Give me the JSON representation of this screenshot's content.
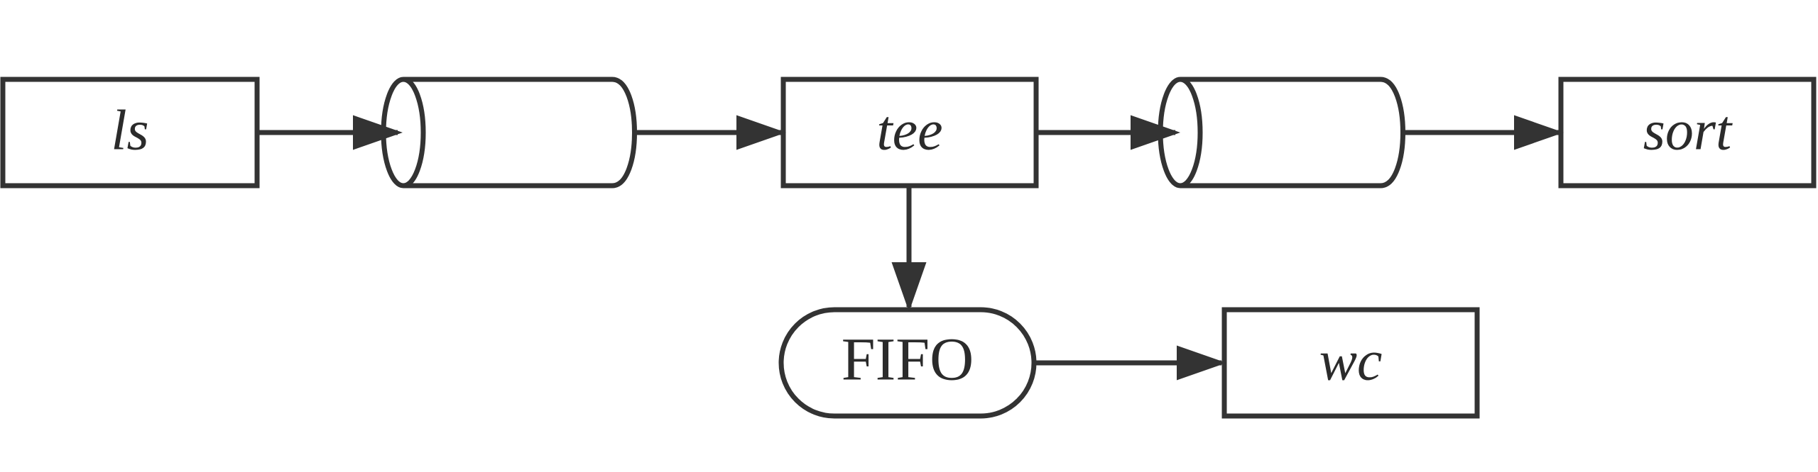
{
  "diagram": {
    "stroke_color": "#333333",
    "nodes": {
      "ls": "ls",
      "tee": "tee",
      "sort": "sort",
      "fifo": "FIFO",
      "wc": "wc"
    },
    "pipes": [
      "unnamed-pipe-1",
      "unnamed-pipe-2"
    ],
    "edges": [
      [
        "ls",
        "pipe-1"
      ],
      [
        "pipe-1",
        "tee"
      ],
      [
        "tee",
        "pipe-2"
      ],
      [
        "pipe-2",
        "sort"
      ],
      [
        "tee",
        "FIFO"
      ],
      [
        "FIFO",
        "wc"
      ]
    ]
  }
}
